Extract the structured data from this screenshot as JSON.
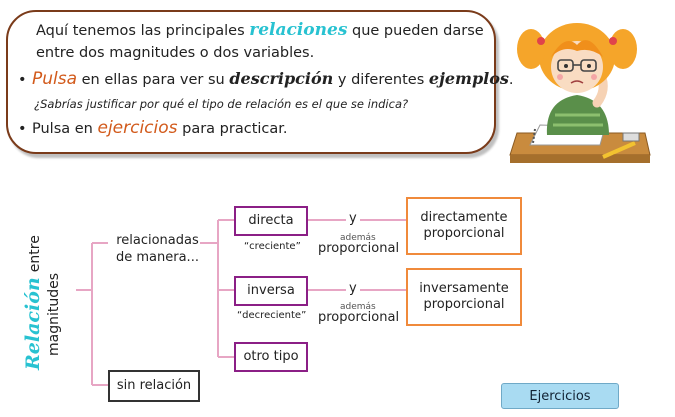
{
  "intro": {
    "line1_pre": "Aquí tenemos las principales ",
    "line1_highlight": "relaciones",
    "line1_post": " que pueden darse",
    "line2": "entre dos magnitudes o dos variables.",
    "line3_pulsa": "Pulsa",
    "line3_a": " en ellas para ver su ",
    "line3_descripcion": "descripción",
    "line3_b": " y diferentes ",
    "line3_ejemplos": "ejemplos",
    "line3_end": ".",
    "line4": "¿Sabrías justificar por qué el tipo de relación es el que se indica?",
    "line5_pre": "Pulsa en ",
    "line5_ejercicios": "ejercicios",
    "line5_post": " para practicar."
  },
  "diagram": {
    "root_title": "Relación",
    "root_rest1": "entre",
    "root_rest2": "magnitudes",
    "relacionadas_line1": "relacionadas",
    "relacionadas_line2": "de manera...",
    "sin_relacion": "sin relación",
    "directa": "directa",
    "directa_hint": "“creciente”",
    "inversa": "inversa",
    "inversa_hint": "“decreciente”",
    "otro_tipo": "otro tipo",
    "y1": "y",
    "ademas1": "además",
    "proporcional1": "proporcional",
    "y2": "y",
    "ademas2": "además",
    "proporcional2": "proporcional",
    "directamente_line1": "directamente",
    "directamente_line2": "proporcional",
    "inversamente_line1": "inversamente",
    "inversamente_line2": "proporcional"
  },
  "buttons": {
    "ejercicios": "Ejercicios"
  },
  "colors": {
    "intro_border": "#7a3b1a",
    "highlight_cyan": "#28c2d1",
    "highlight_orange": "#d25a1b",
    "connector_pink": "#e7a6c4",
    "box_purple": "#8b1f86",
    "box_orange": "#f08a3b",
    "button_blue": "#a9dbf2"
  }
}
